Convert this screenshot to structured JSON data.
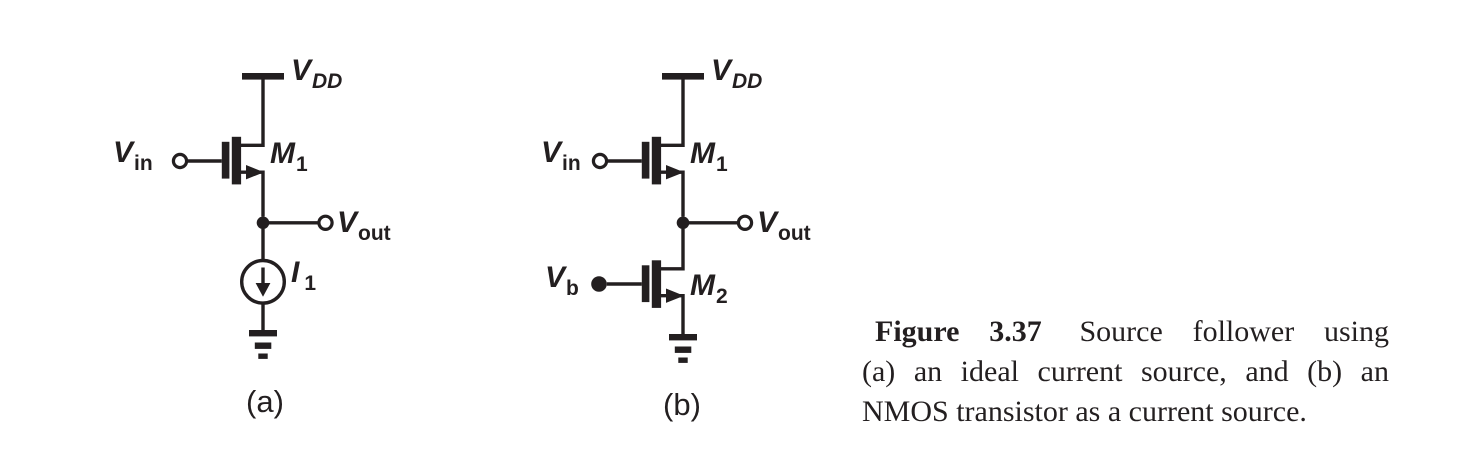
{
  "figure": {
    "caption": {
      "label": "Figure 3.37",
      "line1_text": "Source follower using",
      "line2": "(a) an ideal current source, and (b) an",
      "line3": "NMOS transistor as a current source."
    },
    "circuits": {
      "a": {
        "sublabel": "(a)",
        "supply_label": {
          "base": "V",
          "sub": "DD"
        },
        "input_label": {
          "base": "V",
          "sub": "in"
        },
        "transistor_label": {
          "base": "M",
          "sub": "1"
        },
        "output_label": {
          "base": "V",
          "sub": "out"
        },
        "current_source_label": {
          "base": "I",
          "sub": "1"
        }
      },
      "b": {
        "sublabel": "(b)",
        "supply_label": {
          "base": "V",
          "sub": "DD"
        },
        "input_label": {
          "base": "V",
          "sub": "in"
        },
        "transistor1_label": {
          "base": "M",
          "sub": "1"
        },
        "output_label": {
          "base": "V",
          "sub": "out"
        },
        "bias_label": {
          "base": "V",
          "sub": "b"
        },
        "transistor2_label": {
          "base": "M",
          "sub": "2"
        }
      }
    },
    "colors": {
      "ink": "#231f20",
      "background": "#ffffff"
    }
  }
}
